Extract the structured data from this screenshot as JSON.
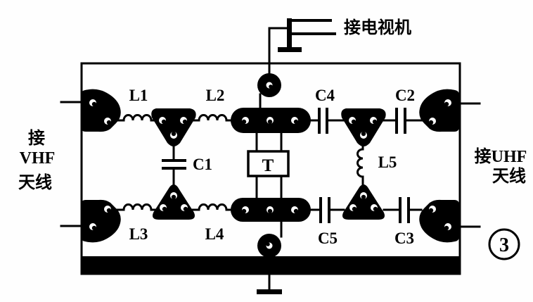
{
  "diagram": {
    "figure_number": "3",
    "ports": {
      "tv_output_label": "接电视机",
      "vhf_input_lines": [
        "接",
        "VHF",
        "天线"
      ],
      "uhf_input_lines": [
        "接UHF",
        "天线"
      ]
    },
    "labels": {
      "L1": "L1",
      "L2": "L2",
      "L3": "L3",
      "L4": "L4",
      "L5": "L5",
      "C1": "C1",
      "C2": "C2",
      "C3": "C3",
      "C4": "C4",
      "C5": "C5",
      "T": "T"
    },
    "colors": {
      "ink": "#000000",
      "paper": "#fefefe"
    }
  }
}
